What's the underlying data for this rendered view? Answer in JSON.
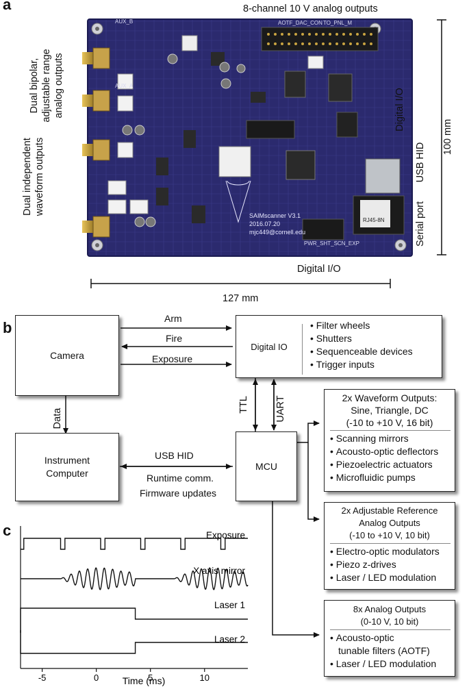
{
  "panel_a": {
    "letter": "a",
    "top_label": "8-channel 10 V analog outputs",
    "left_top": "Dual bipolar, adjustable range analog outputs",
    "left_bottom": "Dual independent waveform outputs",
    "right_digital": "Digital I/O",
    "right_usb": "USB HID",
    "right_serial": "Serial port",
    "bottom_digital": "Digital I/O",
    "dim_height": "100 mm",
    "dim_width": "127 mm",
    "board_silk": {
      "name": "SAIMscanner V3.1",
      "date": "2016.07.20",
      "email": "mjc449@cornell.edu",
      "dac_conn": "AOTF_DAC_CON",
      "pnl_conn": "TO_PNL_M",
      "pwr": "PWR_SHT_SCN_EXP",
      "aux_b": "AUX_B",
      "aux_a": "AUX_A",
      "rj": "RJ45-8N"
    }
  },
  "panel_b": {
    "letter": "b",
    "camera": "Camera",
    "instrument_computer": [
      "Instrument",
      "Computer"
    ],
    "mcu": "MCU",
    "digital_io": {
      "title": "Digital IO",
      "items": [
        "Filter wheels",
        "Shutters",
        "Sequenceable devices",
        "Trigger inputs"
      ]
    },
    "arrows": {
      "arm": "Arm",
      "fire": "Fire",
      "exposure": "Exposure",
      "data": "Data",
      "ttl": "TTL",
      "uart": "UART",
      "usb": "USB HID",
      "runtime": "Runtime comm.",
      "firmware": "Firmware updates"
    },
    "waveform_box": {
      "title": [
        "2x Waveform Outputs:",
        "Sine, Triangle, DC",
        "(-10 to +10 V, 16 bit)"
      ],
      "items": [
        "Scanning mirrors",
        "Acousto-optic deflectors",
        "Piezoelectric actuators",
        "Microfluidic pumps"
      ]
    },
    "reference_box": {
      "title": [
        "2x Adjustable Reference",
        "Analog Outputs",
        "(-10 to +10 V, 10 bit)"
      ],
      "items": [
        "Electro-optic modulators",
        "Piezo z-drives",
        "Laser / LED modulation"
      ]
    },
    "analog_box": {
      "title": [
        "8x Analog Outputs",
        "(0-10 V, 10 bit)"
      ],
      "items": [
        "Acousto-optic tunable filters (AOTF)",
        "Laser / LED modulation"
      ],
      "items_display": [
        [
          "Acousto-optic",
          "tunable filters (AOTF)"
        ],
        [
          "Laser / LED modulation"
        ]
      ]
    }
  },
  "chart_data": {
    "type": "line",
    "xlabel": "Time (ms)",
    "xlim": [
      -7,
      14
    ],
    "xticks": [
      -5,
      0,
      5,
      10
    ],
    "xtick_labels": [
      "-5",
      "0",
      "5",
      "10"
    ],
    "series": [
      {
        "name": "Exposure",
        "kind": "pulse",
        "low_intervals": [
          [
            -3.3,
            -2.9
          ],
          [
            0.4,
            0.8
          ],
          [
            4.1,
            4.5
          ],
          [
            7.8,
            8.2
          ],
          [
            11.5,
            11.9
          ]
        ],
        "note_start_low_until": -6.7
      },
      {
        "name": "X axis mirror",
        "kind": "chirp",
        "bursts": [
          [
            -3.3,
            3.6
          ],
          [
            7.2,
            14
          ]
        ],
        "freq_khz": 1.3
      },
      {
        "name": "Laser 1",
        "kind": "step",
        "high_from": -7,
        "high_to": 3.6
      },
      {
        "name": "Laser 2",
        "kind": "step",
        "low_from": -7,
        "low_to": 3.6,
        "high_after": 3.6
      }
    ]
  },
  "panel_c": {
    "letter": "c"
  }
}
